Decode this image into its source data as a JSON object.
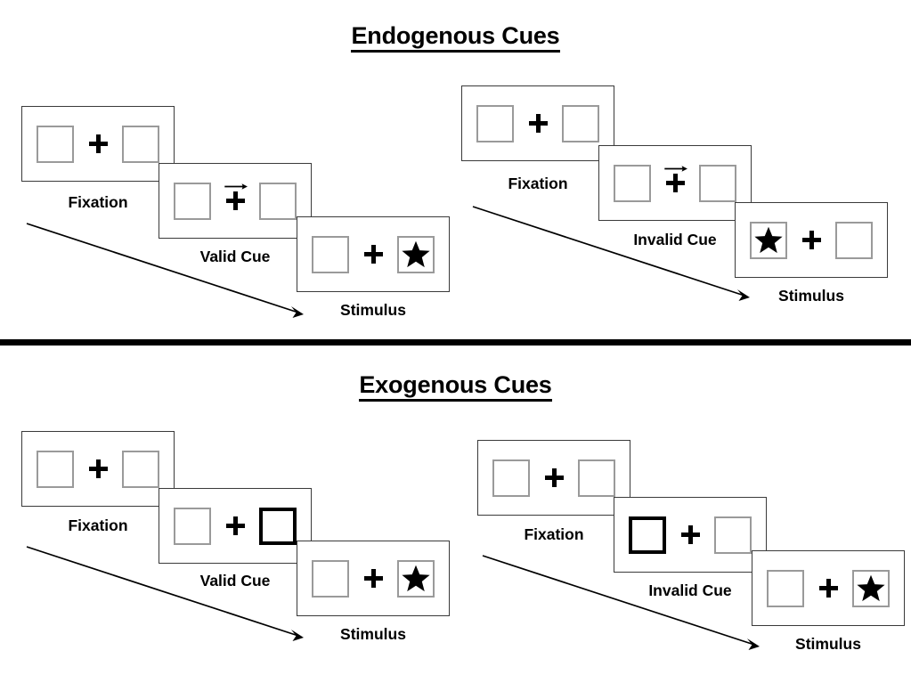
{
  "figure": {
    "title_endogenous": "Endogenous Cues",
    "title_exogenous": "Exogenous Cues",
    "colors": {
      "panel_border": "#3a3a3a",
      "box_border": "#9a9a9a",
      "cued_box_border": "#000000",
      "stimulus_fill": "#000000",
      "divider": "#000000",
      "text": "#000000"
    }
  },
  "labels": {
    "fixation": "Fixation",
    "valid_cue": "Valid Cue",
    "invalid_cue": "Invalid Cue",
    "stimulus": "Stimulus"
  },
  "icons": {
    "fixation_cross": "plus-icon",
    "direction_cue": "right-arrow-icon",
    "target": "star-icon",
    "time_flow": "time-arrow-icon"
  },
  "sections": [
    {
      "id": "endogenous",
      "title": "Endogenous Cues",
      "cue_type": "central-arrow",
      "trials": [
        {
          "id": "endogenous-valid",
          "validity": "valid",
          "cue_label": "Valid Cue",
          "panels": [
            {
              "name": "fixation",
              "label": "Fixation",
              "left_box": "empty",
              "right_box": "empty",
              "center": "plus",
              "arrow": "none"
            },
            {
              "name": "cue",
              "label": "Valid Cue",
              "left_box": "empty",
              "right_box": "empty",
              "center": "plus",
              "arrow": "right"
            },
            {
              "name": "stimulus",
              "label": "Stimulus",
              "left_box": "empty",
              "right_box": "star",
              "center": "plus",
              "arrow": "none"
            }
          ]
        },
        {
          "id": "endogenous-invalid",
          "validity": "invalid",
          "cue_label": "Invalid Cue",
          "panels": [
            {
              "name": "fixation",
              "label": "Fixation",
              "left_box": "empty",
              "right_box": "empty",
              "center": "plus",
              "arrow": "none"
            },
            {
              "name": "cue",
              "label": "Invalid Cue",
              "left_box": "empty",
              "right_box": "empty",
              "center": "plus",
              "arrow": "right"
            },
            {
              "name": "stimulus",
              "label": "Stimulus",
              "left_box": "star",
              "right_box": "empty",
              "center": "plus",
              "arrow": "none"
            }
          ]
        }
      ]
    },
    {
      "id": "exogenous",
      "title": "Exogenous Cues",
      "cue_type": "peripheral-box",
      "trials": [
        {
          "id": "exogenous-valid",
          "validity": "valid",
          "cue_label": "Valid Cue",
          "panels": [
            {
              "name": "fixation",
              "label": "Fixation",
              "left_box": "empty",
              "right_box": "empty",
              "center": "plus",
              "arrow": "none"
            },
            {
              "name": "cue",
              "label": "Valid Cue",
              "left_box": "empty",
              "right_box": "cued",
              "center": "plus",
              "arrow": "none"
            },
            {
              "name": "stimulus",
              "label": "Stimulus",
              "left_box": "empty",
              "right_box": "star",
              "center": "plus",
              "arrow": "none"
            }
          ]
        },
        {
          "id": "exogenous-invalid",
          "validity": "invalid",
          "cue_label": "Invalid Cue",
          "panels": [
            {
              "name": "fixation",
              "label": "Fixation",
              "left_box": "empty",
              "right_box": "empty",
              "center": "plus",
              "arrow": "none"
            },
            {
              "name": "cue",
              "label": "Invalid Cue",
              "left_box": "cued",
              "right_box": "empty",
              "center": "plus",
              "arrow": "none"
            },
            {
              "name": "stimulus",
              "label": "Stimulus",
              "left_box": "empty",
              "right_box": "star",
              "center": "plus",
              "arrow": "none"
            }
          ]
        }
      ]
    }
  ]
}
